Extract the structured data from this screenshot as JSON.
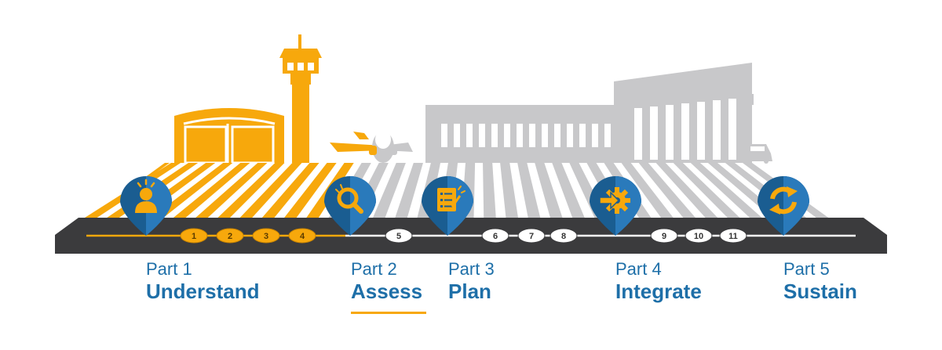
{
  "colors": {
    "accent_orange": "#f7a80c",
    "building_gray": "#c8c8ca",
    "brand_blue": "#1e6fa8",
    "pin_blue": "#1a5d91",
    "road_dark": "#3b3b3d",
    "white": "#ffffff"
  },
  "icons": {
    "part1": "person-icon",
    "part2": "magnifier-icon",
    "part3": "checklist-icon",
    "part4": "gear-arrow-icon",
    "part5": "cycle-arrows-icon"
  },
  "steps": [
    {
      "part": "Part 1",
      "title": "Understand",
      "numbers": [
        "1",
        "2",
        "3",
        "4"
      ],
      "active": false
    },
    {
      "part": "Part 2",
      "title": "Assess",
      "numbers": [
        "5"
      ],
      "active": true
    },
    {
      "part": "Part 3",
      "title": "Plan",
      "numbers": [
        "6",
        "7",
        "8"
      ],
      "active": false
    },
    {
      "part": "Part 4",
      "title": "Integrate",
      "numbers": [
        "9",
        "10",
        "11"
      ],
      "active": false
    },
    {
      "part": "Part 5",
      "title": "Sustain",
      "numbers": [],
      "active": false
    }
  ]
}
